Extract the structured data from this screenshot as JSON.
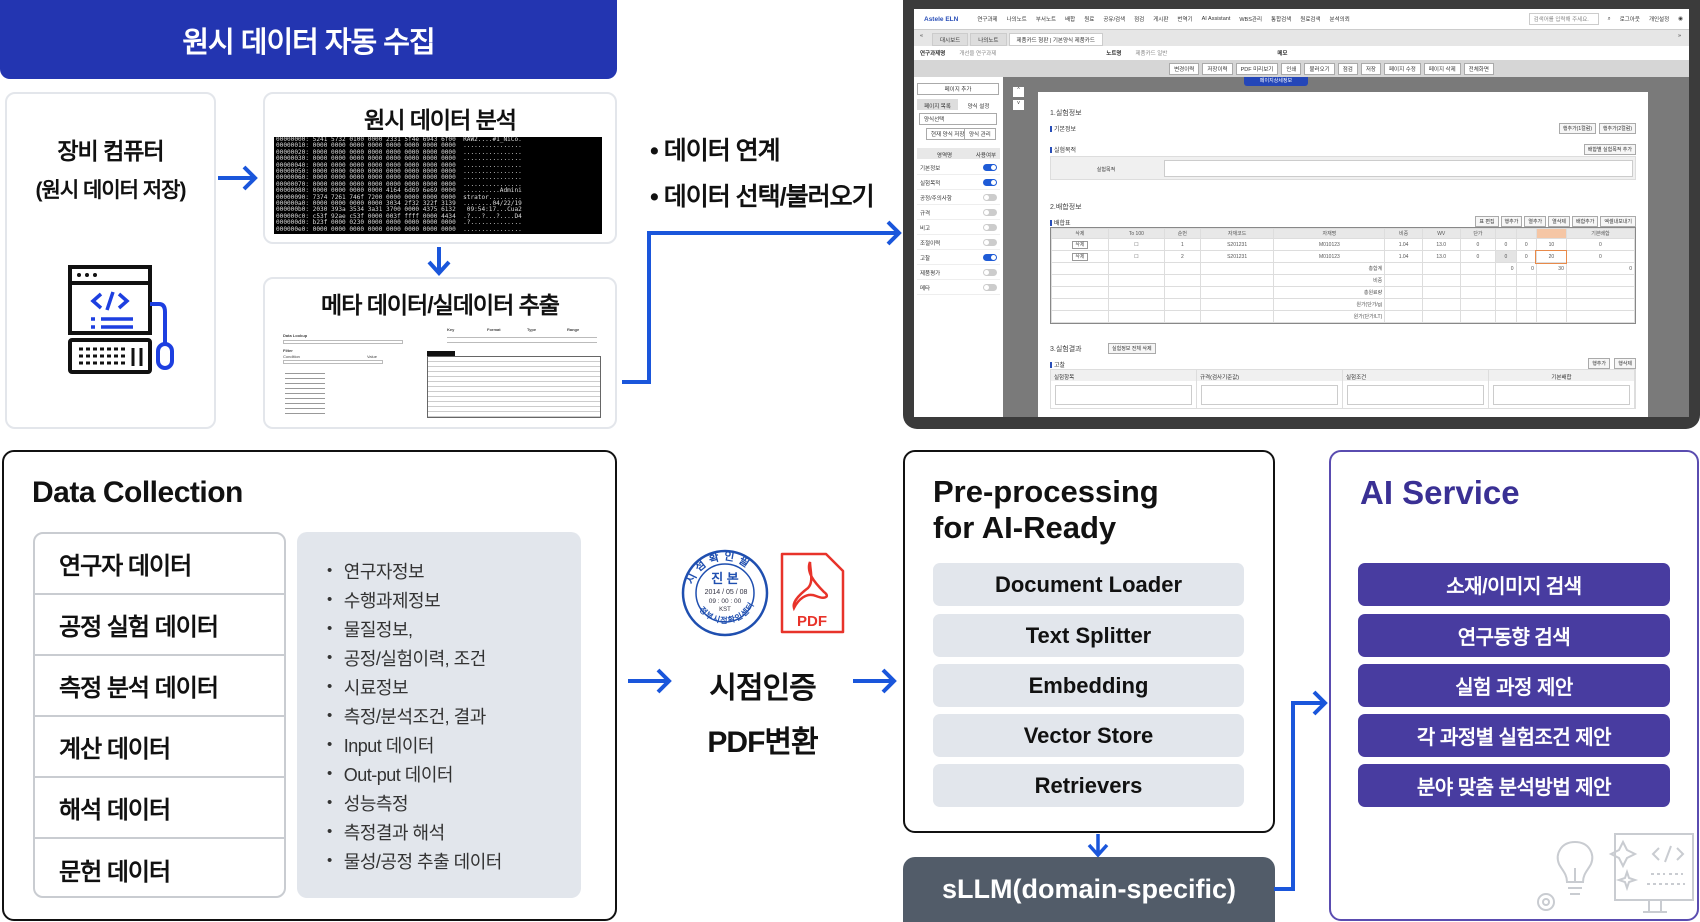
{
  "top": {
    "banner_title": "원시 데이터 자동 수집",
    "equipment_line1": "장비 컴퓨터",
    "equipment_line2": "(원시 데이터 저장)",
    "raw_analysis_title": "원시 데이터 분석",
    "meta_extract_title": "메타 데이터/실데이터 추출",
    "bullets": [
      "데이터 연계",
      "데이터 선택/불러오기"
    ],
    "hex_dump": [
      "00000000: 5241 5732 0100 0000 2331 5f4e 6943 6f00  RAW2....#1_NiCo.",
      "00000010: 0000 0000 0000 0000 0000 0000 0000 0000  ................",
      "00000020: 0000 0000 0000 0000 0000 0000 0000 0000  ................",
      "00000030: 0000 0000 0000 0000 0000 0000 0000 0000  ................",
      "00000040: 0000 0000 0000 0000 0000 0000 0000 0000  ................",
      "00000050: 0000 0000 0000 0000 0000 0000 0000 0000  ................",
      "00000060: 0000 0000 0000 0000 0000 0000 0000 0000  ................",
      "00000070: 0000 0000 0000 0000 0000 0000 0000 0000  ................",
      "00000080: 0000 0000 0000 0000 4164 6d69 6e69 0000  ..........Admini",
      "00000090: 7374 7261 746f 7200 0000 0000 0000 0000  strator.........",
      "000000a0: 0000 0000 0000 0000 3034 2f32 322f 3139  ........04/22/19",
      "000000b0: 2030 393a 3534 3a31 3700 0000 4375 6132   09:54:17...Cua2",
      "000000c0: c53f 92ae c53f 0000 003f ffff 0000 4434  .?...?...?....D4",
      "000000d0: b23f 0000 0230 0000 0000 0000 0000 0000  .?..............",
      "000000e0: 0000 0000 0000 0000 0000 0000 0000 0000  ................"
    ],
    "meta_labels": [
      "Data Lookup",
      "Filter",
      "Condition",
      "Value",
      "Key",
      "Format",
      "Type",
      "Range"
    ]
  },
  "eln": {
    "logo": "Astele ELN",
    "menu": [
      "연구과제",
      "나의노트",
      "부서노트",
      "배합",
      "원료",
      "공유/검색",
      "점검",
      "게시판",
      "번역기",
      "AI Assistant",
      "WBS관리",
      "통합검색",
      "원료검색",
      "분석의뢰"
    ],
    "search_placeholder": "검색어를 입력해 주세요.",
    "user_links": [
      "로그아웃",
      "개인설정"
    ],
    "tabs": [
      "대시보드",
      "나의노트",
      "제품카드 형판 | 기본양식 제품카드"
    ],
    "info": [
      "연구과제명",
      "개선을 연구과제",
      "노트명",
      "제품카드 일반",
      "메모"
    ],
    "toolbar": [
      "변경이력",
      "저장이력",
      "PDF 미리보기",
      "인쇄",
      "불러오기",
      "점검",
      "저장",
      "페이지 수정",
      "페이지 삭제",
      "전체화면"
    ],
    "detail_tab": "페이지상세정보",
    "left": {
      "add_page": "페이지 추가",
      "tabs": [
        "페이지 목록",
        "양식 설정"
      ],
      "select": "양식선택",
      "buttons": [
        "현재 양식 저장",
        "양식 관리"
      ],
      "headers": [
        "영역명",
        "사용여부"
      ],
      "rows": [
        {
          "label": "기본정보",
          "on": true
        },
        {
          "label": "실험목적",
          "on": true
        },
        {
          "label": "공정/주의사항",
          "on": false
        },
        {
          "label": "규격",
          "on": false
        },
        {
          "label": "비고",
          "on": false
        },
        {
          "label": "조절이력",
          "on": false
        },
        {
          "label": "고찰",
          "on": true
        },
        {
          "label": "제품평가",
          "on": false
        },
        {
          "label": "메타",
          "on": false
        }
      ]
    },
    "page": {
      "s1": "1.실험정보",
      "basic": "기본정보",
      "s1_buttons": [
        "행추가(1컬럼)",
        "행추가(2컬럼)"
      ],
      "purpose": "실험목적",
      "purpose_btn": "배합별 실험목적 추가",
      "purpose_label": "실험목적",
      "s2": "2.배합정보",
      "mix": "배합표",
      "s2_buttons": [
        "표 편집",
        "행추가",
        "열추가",
        "열삭제",
        "배합추가",
        "엑셀내보내기"
      ],
      "headers": [
        "삭제",
        "To 100",
        "순번",
        "자재코드",
        "자재명",
        "비중",
        "WV",
        "단가",
        "",
        "",
        "",
        "기본배합"
      ],
      "rows": [
        [
          "삭제",
          "",
          "1",
          "S201231",
          "M010123",
          "1.04",
          "13.0",
          "0",
          "0",
          "0",
          "10",
          "0"
        ],
        [
          "삭제",
          "",
          "2",
          "S201231",
          "M010123",
          "1.04",
          "13.0",
          "0",
          "0",
          "0",
          "20",
          "0"
        ]
      ],
      "summary_labels": [
        "총합계",
        "비중",
        "총원료량",
        "원가(단가/g)",
        "원가(단가/LT)"
      ],
      "summary_values": [
        "0",
        "0",
        "30",
        "0"
      ],
      "s3": "3.실험결과",
      "s3_btn": "실험정보 전체 삭제",
      "review": "고찰",
      "s3_buttons": [
        "행추가",
        "행삭제"
      ],
      "result_headers": [
        "실험항목",
        "규격(검사기준값)",
        "실험조건",
        "기본배합"
      ]
    }
  },
  "collection": {
    "title": "Data Collection",
    "categories": [
      "연구자 데이터",
      "공정 실험 데이터",
      "측정 분석 데이터",
      "계산 데이터",
      "해석 데이터",
      "문헌 데이터"
    ],
    "details": [
      "연구자정보",
      "수행과제정보",
      "물질정보,",
      "공정/실험이력, 조건",
      "시료정보",
      "측정/분석조건, 결과",
      "Input 데이터",
      "Out-put 데이터",
      "성능측정",
      "측정결과 해석",
      "물성/공정 추출 데이터"
    ]
  },
  "certify": {
    "line1": "시점인증",
    "line2": "PDF변환",
    "stamp_top": "시점확인필",
    "stamp_center": "진 본",
    "stamp_date": "2014 / 05 / 08",
    "stamp_time": "09 : 00 : 00",
    "stamp_tz": "KST",
    "stamp_bottom": "정부시점확인센터",
    "pdf_label": "PDF"
  },
  "preprocessing": {
    "title_line1": "Pre-processing",
    "title_line2": "for AI-Ready",
    "steps": [
      "Document Loader",
      "Text Splitter",
      "Embedding",
      "Vector Store",
      "Retrievers"
    ],
    "sllm": "sLLM(domain-specific)"
  },
  "ai_service": {
    "title": "AI Service",
    "items": [
      "소재/이미지 검색",
      "연구동향 검색",
      "실험 과정 제안",
      "각 과정별 실험조건 제안",
      "분야 맞춤 분석방법 제안"
    ]
  },
  "colors": {
    "banner": "#2335b1",
    "arrow": "#1a56db",
    "ai_item": "#483ca0",
    "ai_title": "#3a3094",
    "sllm": "#525c69",
    "grey_box": "#e2e6ec"
  }
}
